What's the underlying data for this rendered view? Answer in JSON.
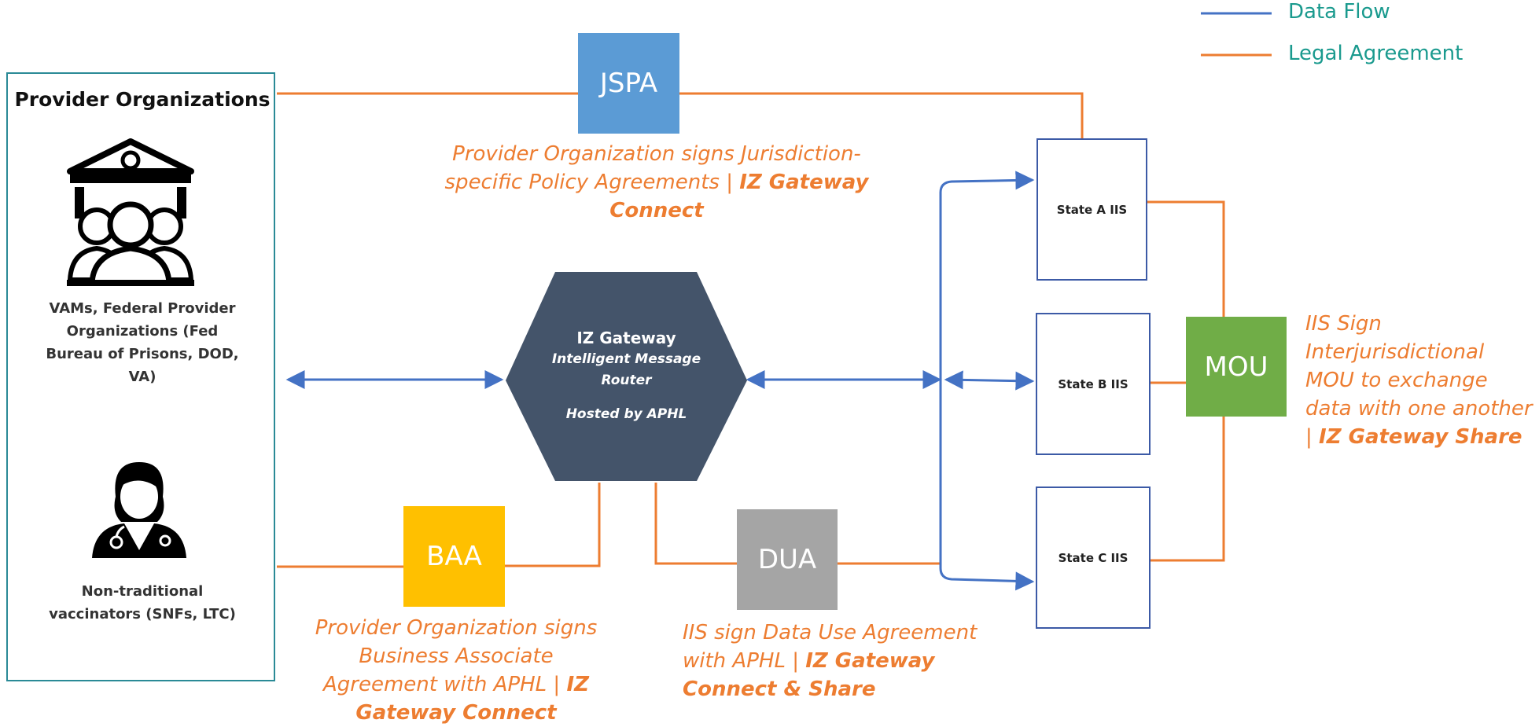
{
  "legend": {
    "data_flow": "Data Flow",
    "legal_agreement": "Legal Agreement"
  },
  "provider": {
    "title": "Provider Organizations",
    "federal_caption": "VAMs, Federal Provider Organizations (Fed Bureau of Prisons, DOD, VA)",
    "nontraditional_caption": "Non-traditional vaccinators (SNFs, LTC)"
  },
  "agreements": {
    "jspa": "JSPA",
    "baa": "BAA",
    "dua": "DUA",
    "mou": "MOU"
  },
  "gateway": {
    "title": "IZ Gateway",
    "subtitle": "Intelligent Message Router",
    "hosted": "Hosted by APHL"
  },
  "states": {
    "a": "State A IIS",
    "b": "State B IIS",
    "c": "State C IIS"
  },
  "captions": {
    "jspa_text": "Provider Organization signs Jurisdiction-specific Policy Agreements |",
    "jspa_bold": "IZ Gateway Connect",
    "baa_text": "Provider Organization signs Business Associate Agreement with APHL |",
    "baa_bold": "IZ Gateway Connect",
    "dua_text": "IIS sign Data Use Agreement with APHL |",
    "dua_bold": "IZ Gateway Connect & Share",
    "mou_text": "IIS Sign Interjurisdictional MOU to exchange data with one another |",
    "mou_bold": "IZ Gateway Share"
  },
  "colors": {
    "data_flow": "#4472c4",
    "legal_agreement": "#ed7d31",
    "jspa": "#5b9bd5",
    "baa": "#ffc000",
    "dua": "#a5a5a5",
    "mou": "#70ad47",
    "gateway": "#44546a",
    "legend_text": "#1a9a8e"
  }
}
